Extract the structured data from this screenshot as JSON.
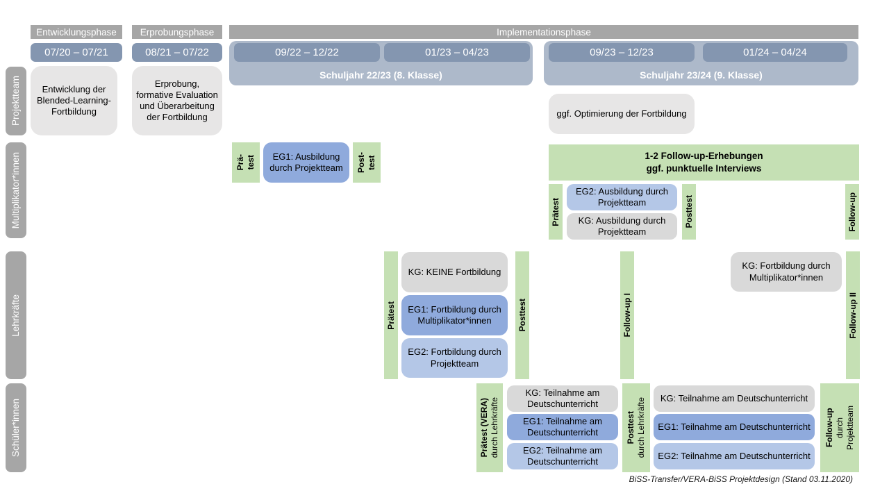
{
  "colors": {
    "header_gray": "#A6A6A6",
    "date_blue": "#8496B0",
    "year_band_blue": "#ADB9CA",
    "box_light_gray": "#E7E6E6",
    "kg_gray": "#D9D9D9",
    "eg1_blue": "#8FAADC",
    "eg2_blue": "#B4C7E7",
    "green": "#C5E0B4"
  },
  "phases": {
    "p1": "Entwicklungsphase",
    "p2": "Erprobungsphase",
    "p3": "Implementationsphase"
  },
  "dates": {
    "d1": "07/20 – 07/21",
    "d2": "08/21 – 07/22",
    "d3": "09/22 – 12/22",
    "d4": "01/23 – 04/23",
    "d5": "09/23 – 12/23",
    "d6": "01/24 – 04/24"
  },
  "years": {
    "y1": "Schuljahr 22/23 (8. Klasse)",
    "y2": "Schuljahr 23/24 (9. Klasse)"
  },
  "rows": {
    "r1": "Projektteam",
    "r2": "Multiplikator*innen",
    "r3": "Lehrkräfte",
    "r4": "Schüler*innen"
  },
  "projektteam": {
    "entwicklung": "Entwicklung der Blended-Learning-Fortbildung",
    "erprobung": "Erprobung, formative Evaluation und Überarbeitung der Fortbildung",
    "optimierung": "ggf. Optimierung der Fortbildung"
  },
  "multiplikator": {
    "praetest_l1": "Prä-",
    "praetest_l2": "test",
    "eg1": "EG1: Ausbildung durch Projektteam",
    "posttest_l1": "Post-",
    "posttest_l2": "test",
    "followup_head_l1": "1-2 Follow-up-Erhebungen",
    "followup_head_l2": "ggf. punktuelle Interviews",
    "praetest2": "Prätest",
    "eg2": "EG2: Ausbildung durch Projektteam",
    "kg": "KG: Ausbildung durch Projektteam",
    "posttest2": "Posttest",
    "followup": "Follow-up"
  },
  "lehrkraefte": {
    "praetest": "Prätest",
    "kg": "KG: KEINE Fortbildung",
    "eg1": "EG1: Fortbildung durch Multiplikator*innen",
    "eg2": "EG2: Fortbildung durch Projektteam",
    "posttest": "Posttest",
    "followup1": "Follow-up I",
    "kg2": "KG: Fortbildung durch Multiplikator*innen",
    "followup2": "Follow-up II"
  },
  "schueler": {
    "praetest_main": "Prätest (VERA)",
    "praetest_sub": "durch  Lehrkräfte",
    "kg": "KG: Teilnahme am Deutschunterricht",
    "eg1": "EG1: Teilnahme am Deutschunterricht",
    "eg2": "EG2: Teilnahme am Deutschunterricht",
    "posttest_main": "Posttest",
    "posttest_sub": "durch  Lehrkräfte",
    "kg2": "KG: Teilnahme am Deutschunterricht",
    "eg1b": "EG1: Teilnahme am Deutschunterricht",
    "eg2b": "EG2: Teilnahme am Deutschunterricht",
    "followup_main": "Follow-up",
    "followup_sub_l1": "durch",
    "followup_sub_l2": "Projektteam"
  },
  "caption": "BiSS-Transfer/VERA-BiSS Projektdesign (Stand 03.11.2020)"
}
